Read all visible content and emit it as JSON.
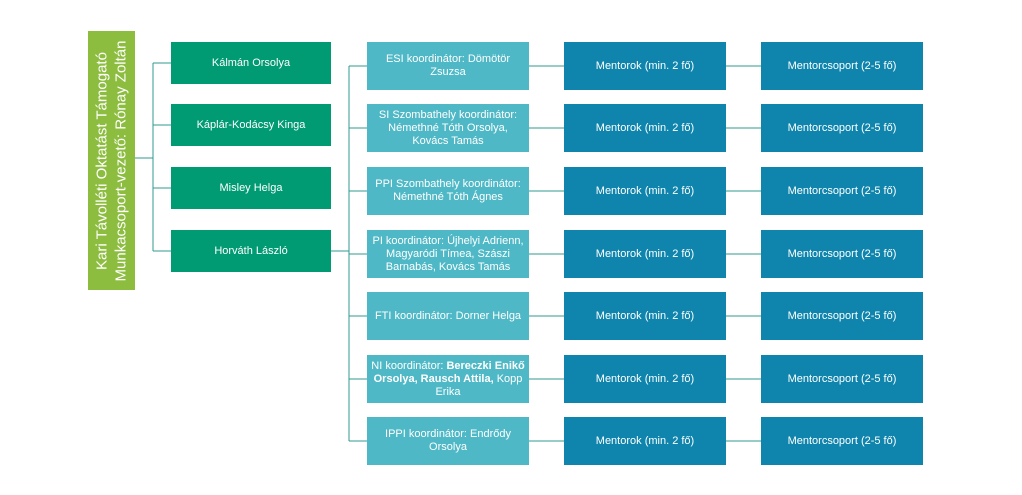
{
  "root": {
    "line1": "Kari Távolléti Oktatást Támogató",
    "line2": "Munkacsoport-vezető: Rónay Zoltán"
  },
  "members": [
    "Kálmán Orsolya",
    "Káplár-Kodácsy Kinga",
    "Misley Helga",
    "Horváth László"
  ],
  "coordinators": [
    {
      "text": "ESI koordinátor: Dömötör Zsuzsa",
      "bold": ""
    },
    {
      "text": "SI Szombathely koordinátor: Némethné Tóth Orsolya, Kovács Tamás",
      "bold": ""
    },
    {
      "text": "PPI Szombathely koordinátor: Némethné Tóth Ágnes",
      "bold": ""
    },
    {
      "text": "PI koordinátor: Újhelyi Adrienn, Magyaródi Tímea, Szászi Barnabás, Kovács Tamás",
      "bold": ""
    },
    {
      "text": "FTI koordinátor: Dorner Helga",
      "bold": ""
    },
    {
      "text": "NI koordinátor: ",
      "bold": "Bereczki Enikő Orsolya, Rausch Attila,",
      "tail": " Kopp Erika"
    },
    {
      "text": "IPPI koordinátor: Endrődy Orsolya",
      "bold": ""
    }
  ],
  "mentor_label": "Mentorok (min. 2 fő)",
  "group_label": "Mentorcsoport (2-5 fő)"
}
